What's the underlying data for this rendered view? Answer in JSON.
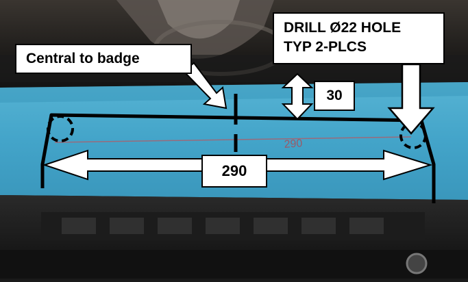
{
  "annotations": {
    "central_label": "Central to badge",
    "drill_line1": "DRILL Ø22 HOLE",
    "drill_line2": "TYP 2-PLCS",
    "vertical_dim": "30",
    "horizontal_dim": "290",
    "tape_marking": "290"
  },
  "colors": {
    "tape": "#4aa9cc",
    "dark": "#1c1c1c",
    "annotation_line": "#000000",
    "label_bg": "#ffffff"
  }
}
